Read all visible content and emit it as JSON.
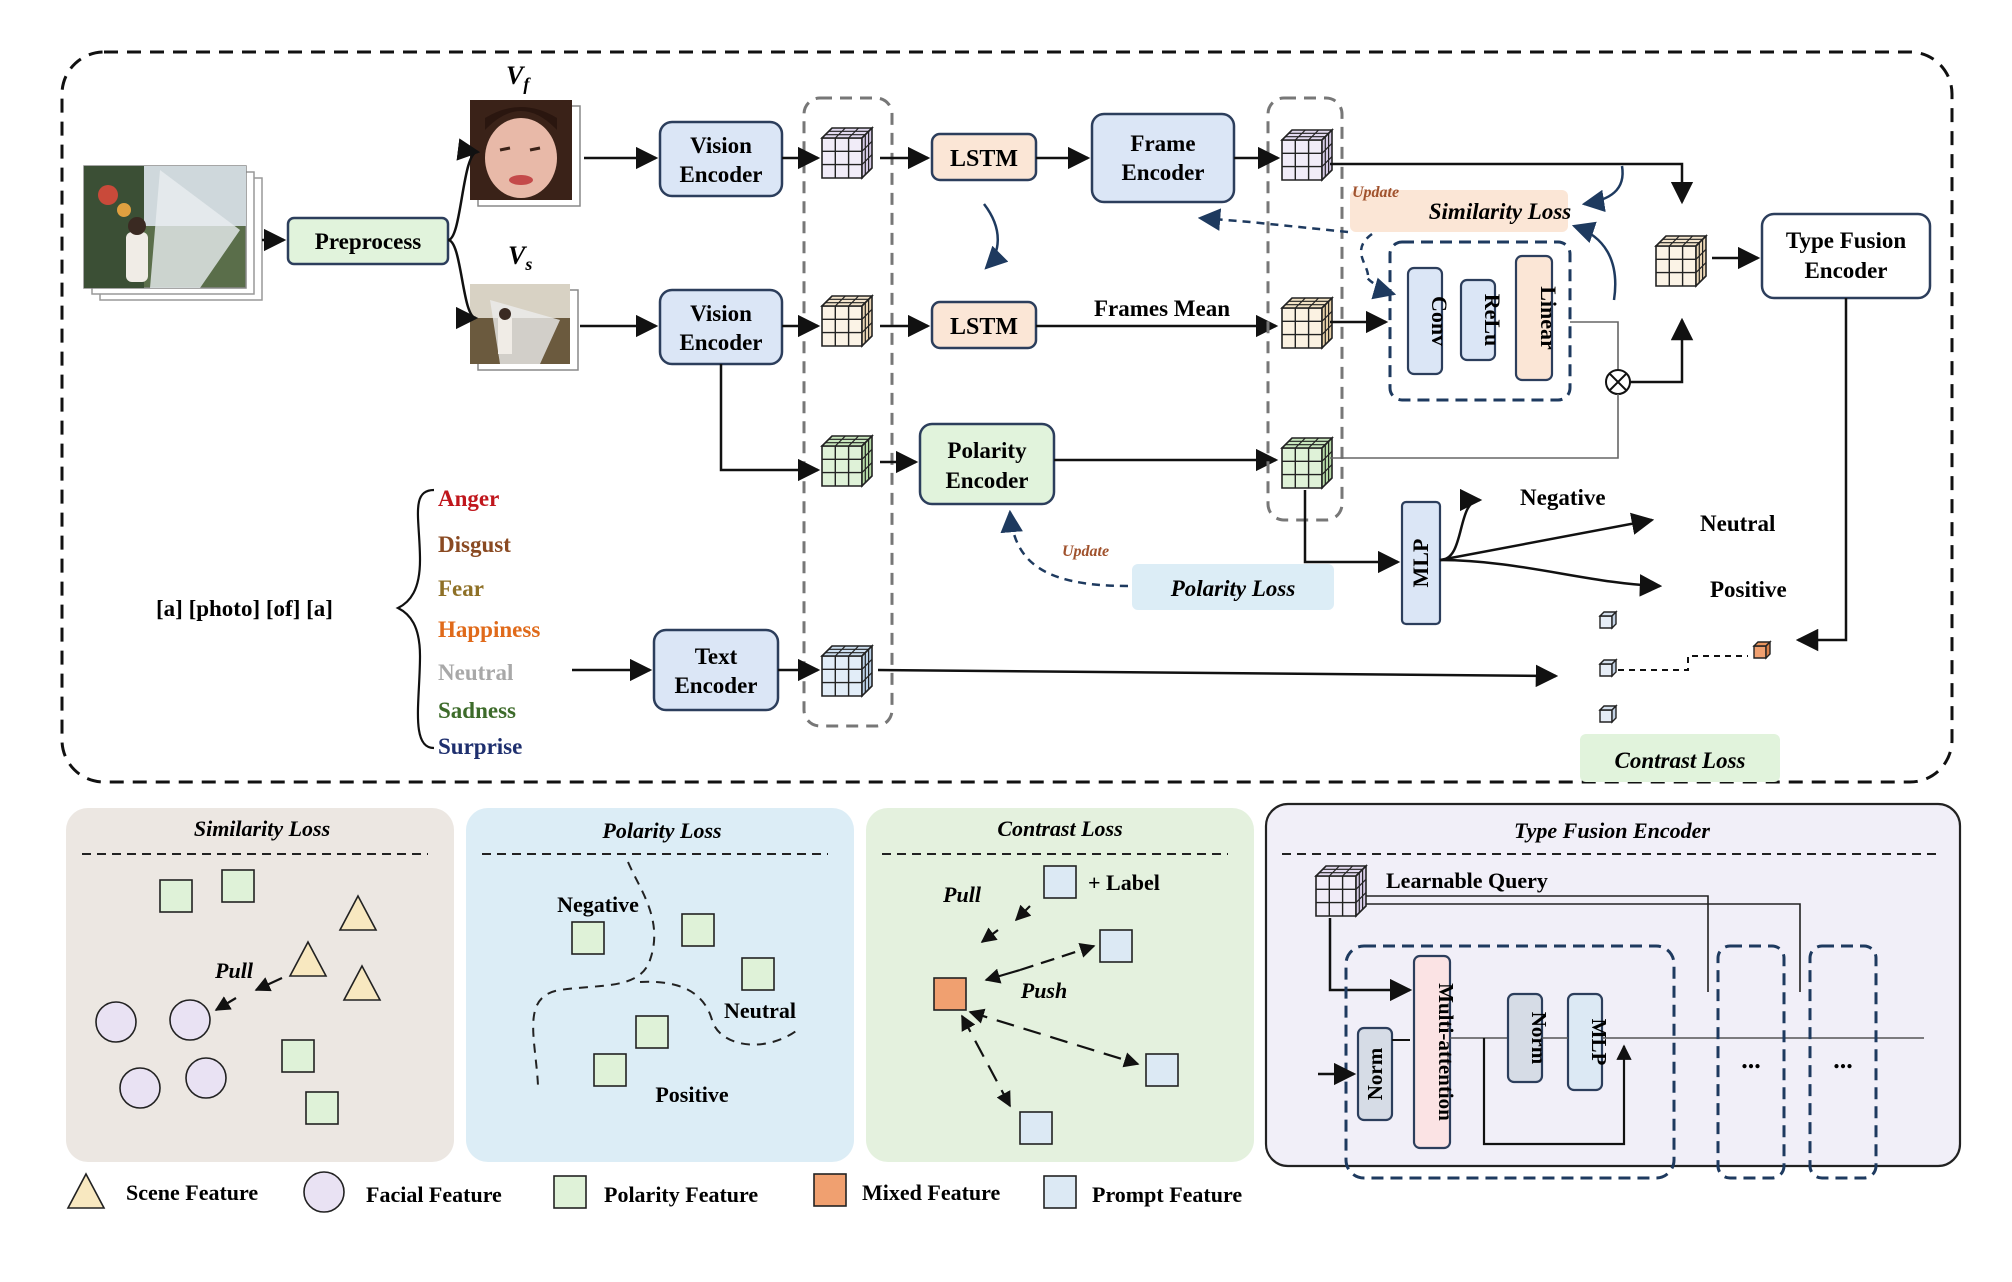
{
  "colors": {
    "blue_box": "#dbe6f6",
    "blue_box_stroke": "#2c3e5c",
    "green_box": "#e1f3dc",
    "peach_box": "#fbe6d6",
    "panel_similarity": "#ece7e2",
    "panel_polarity": "#dcedf6",
    "panel_contrast": "#e4f1de",
    "panel_type_fusion": "#f1eff8",
    "anger": "#c0161c",
    "disgust": "#8a4a22",
    "fear": "#8e7026",
    "happiness": "#e06a1a",
    "neutral": "#a8a8a8",
    "sadness": "#3d6b2a",
    "surprise": "#1e2f6e",
    "update": "#a0522d"
  },
  "top": {
    "inputs": {
      "vf": "V",
      "vf_sub": "f",
      "vs": "V",
      "vs_sub": "s"
    },
    "preprocess": "Preprocess",
    "vision_encoder": [
      "Vision",
      "Encoder"
    ],
    "lstm": "LSTM",
    "frame_encoder": [
      "Frame",
      "Encoder"
    ],
    "frames_mean": "Frames Mean",
    "polarity_encoder": [
      "Polarity",
      "Encoder"
    ],
    "text_encoder": [
      "Text",
      "Encoder"
    ],
    "similarity_loss": "Similarity Loss",
    "polarity_loss": "Polarity Loss",
    "contrast_loss": "Contrast Loss",
    "update": "Update",
    "conv": "Conv",
    "relu": "ReLu",
    "linear": "Linear",
    "type_fusion_encoder": [
      "Type Fusion",
      "Encoder"
    ],
    "mlp": "MLP",
    "outputs": [
      "Negative",
      "Neutral",
      "Positive"
    ],
    "prompt": "[a] [photo] [of] [a]",
    "emotions": [
      "Anger",
      "Disgust",
      "Fear",
      "Happiness",
      "Neutral",
      "Sadness",
      "Surprise"
    ]
  },
  "panels": {
    "similarity": {
      "title": "Similarity Loss",
      "pull": "Pull"
    },
    "polarity": {
      "title": "Polarity Loss",
      "negative": "Negative",
      "neutral": "Neutral",
      "positive": "Positive"
    },
    "contrast": {
      "title": "Contrast Loss",
      "label": "+ Label",
      "pull": "Pull",
      "push": "Push"
    },
    "type_fusion": {
      "title": "Type Fusion Encoder",
      "learnable_query": "Learnable Query",
      "norm": "Norm",
      "multi_attention": "Multi-attention",
      "mlp": "MLP",
      "ellipsis": "..."
    }
  },
  "legend": [
    "Scene Feature",
    "Facial Feature",
    "Polarity Feature",
    "Mixed Feature",
    "Prompt Feature"
  ]
}
